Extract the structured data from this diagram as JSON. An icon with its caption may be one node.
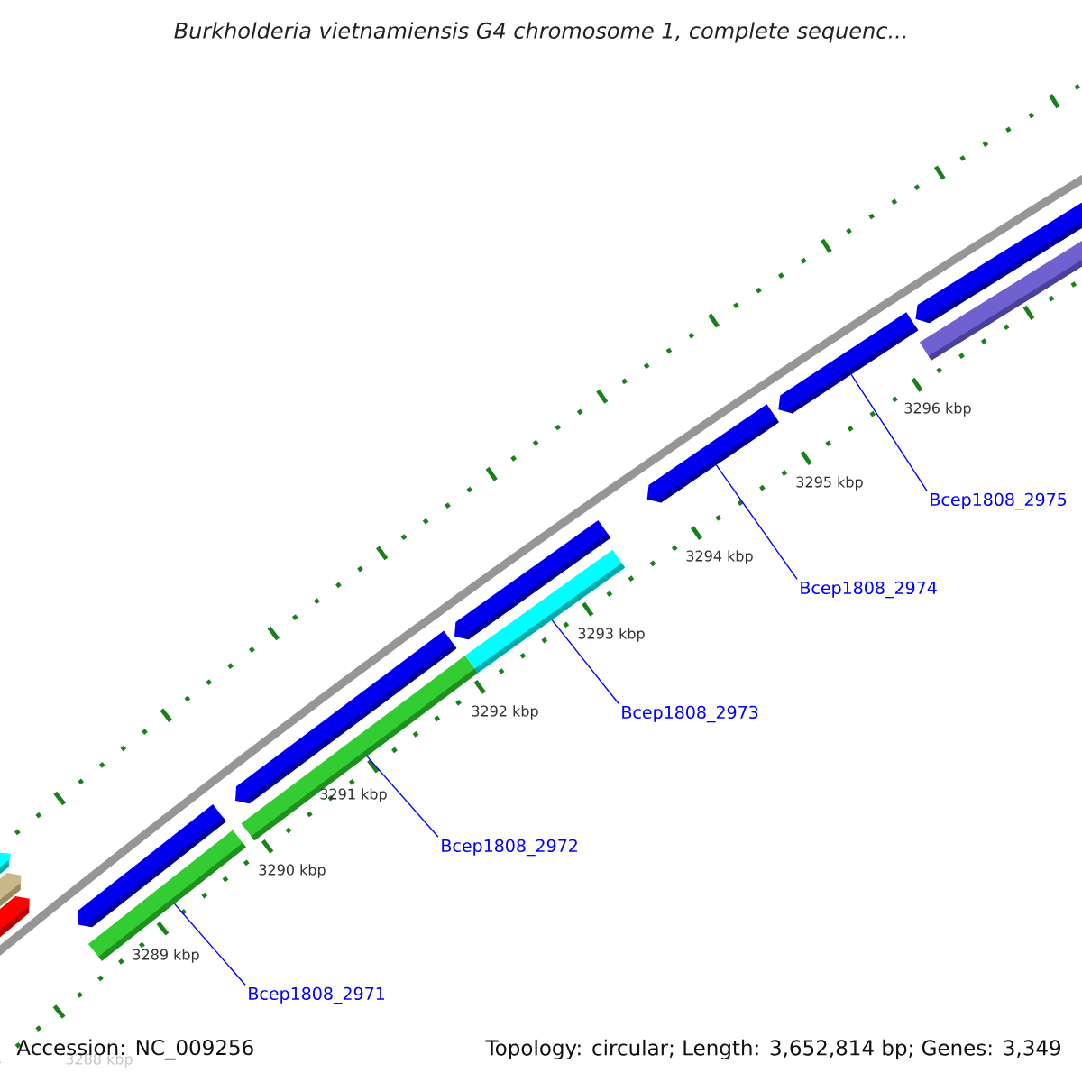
{
  "diagram": {
    "title": "Burkholderia vietnamiensis G4 chromosome 1, complete sequenc...",
    "nodes": [
      {
        "text": [],
        "shape": "bar"
      },
      {
        "text": [],
        "shape": "bar"
      },
      {
        "text": [],
        "shape": "bar"
      },
      {
        "text": [],
        "shape": "bar"
      },
      {
        "text": [],
        "shape": "bar"
      },
      {
        "text": [],
        "shape": "bar"
      },
      {
        "text": [],
        "shape": "bar"
      },
      {
        "text": [],
        "shape": "bar"
      },
      {
        "text": [],
        "shape": "bar"
      },
      {
        "text": [],
        "shape": "bar"
      },
      {
        "text": [],
        "shape": "bar"
      },
      {
        "text": [],
        "shape": "bar"
      },
      {
        "text": [],
        "shape": "bar"
      },
      {
        "text": [
          "Bcep1808_2971"
        ]
      },
      {
        "text": [
          "Bcep1808_2972"
        ]
      },
      {
        "text": [
          "Bcep1808_2973"
        ]
      },
      {
        "text": [
          "Bcep1808_2974"
        ]
      },
      {
        "text": [
          "Bcep1808_2975"
        ]
      }
    ],
    "edges": [
      {
        "from": 13,
        "to": 4,
        "arrow": "none"
      },
      {
        "from": 14,
        "to": 6,
        "arrow": "none"
      },
      {
        "from": 15,
        "to": 8,
        "arrow": "none"
      },
      {
        "from": 16,
        "to": 9,
        "arrow": "none"
      },
      {
        "from": 17,
        "to": 10,
        "arrow": "none"
      }
    ],
    "labels": [
      "3288 kbp",
      "3289 kbp",
      "3290 kbp",
      "3291 kbp",
      "3292 kbp",
      "3293 kbp",
      "3294 kbp",
      "3295 kbp",
      "3296 kbp",
      "Accession: NC_009256",
      "Topology: circular; Length: 3,652,814 bp; Genes: 3,349"
    ]
  }
}
